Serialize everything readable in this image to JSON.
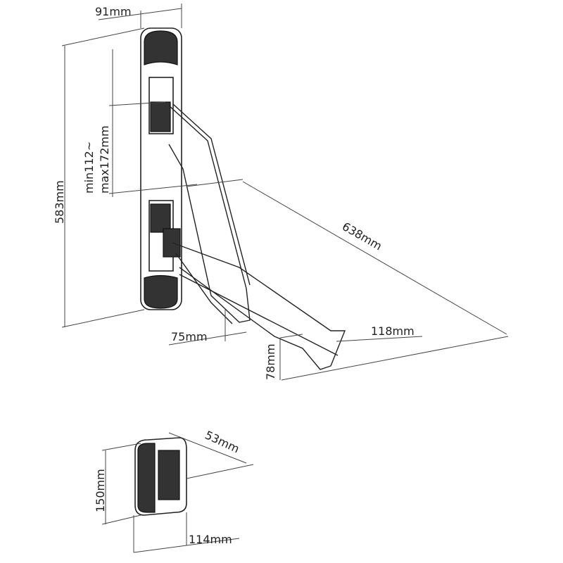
{
  "dimensions": {
    "plate_width": "91mm",
    "plate_height": "583mm",
    "spacing_min": "min112~",
    "spacing_max": "max172mm",
    "arm_length": "638mm",
    "arm_depth": "75mm",
    "hook_width": "118mm",
    "hook_height": "78mm",
    "clamp_depth": "53mm",
    "clamp_height": "150mm",
    "clamp_width": "114mm"
  }
}
